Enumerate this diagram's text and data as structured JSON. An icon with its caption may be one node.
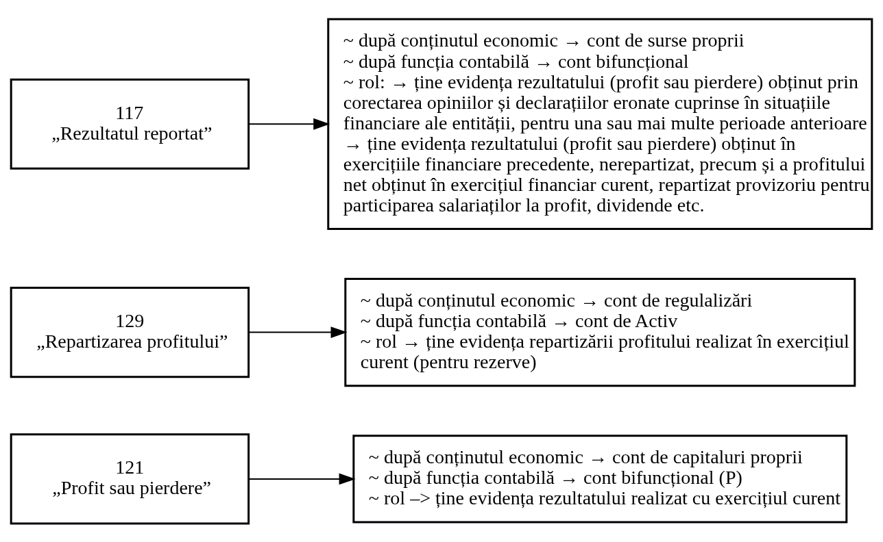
{
  "diagram": {
    "nodes": [
      {
        "text": [
          "121",
          "„Profit sau pierdere”"
        ]
      },
      {
        "text": [
          "~ după conținutul economic → cont de capitaluri proprii",
          "~ după funcția contabilă → cont bifuncțional (P)",
          "~ rol –> ține evidența rezultatului realizat cu exercițiul curent"
        ]
      },
      {
        "text": [
          "129",
          "„Repartizarea profitului”"
        ]
      },
      {
        "text": [
          "~ după conținutul economic → cont de regulalizări",
          "~ după funcția contabilă → cont de Activ",
          "~ rol → ține evidența repartizării profitului realizat în exercițiul curent (pentru rezerve)"
        ]
      },
      {
        "text": [
          "117",
          "„Rezultatul reportat”"
        ]
      },
      {
        "text": [
          "~ după conținutul economic → cont de surse proprii",
          "~ după funcția contabilă → cont bifuncțional",
          "~ rol: → ține evidența rezultatului (profit sau pierdere) obținut prin corectarea opiniilor și declarațiilor eronate cuprinse în situațiile financiare ale entității, pentru una sau mai multe perioade anterioare",
          "→ ține evidența rezultatului (profit sau pierdere) obținut în exercițiile financiare precedente, nerepartizat, precum și a profitului net obținut în exercițiul financiar curent, repartizat provizoriu pentru participarea salariaților la profit, dividende etc."
        ]
      }
    ],
    "edges": [
      {
        "from": 0,
        "to": 1,
        "arrow": "to"
      },
      {
        "from": 2,
        "to": 3,
        "arrow": "to"
      },
      {
        "from": 4,
        "to": 5,
        "arrow": "to"
      }
    ]
  }
}
